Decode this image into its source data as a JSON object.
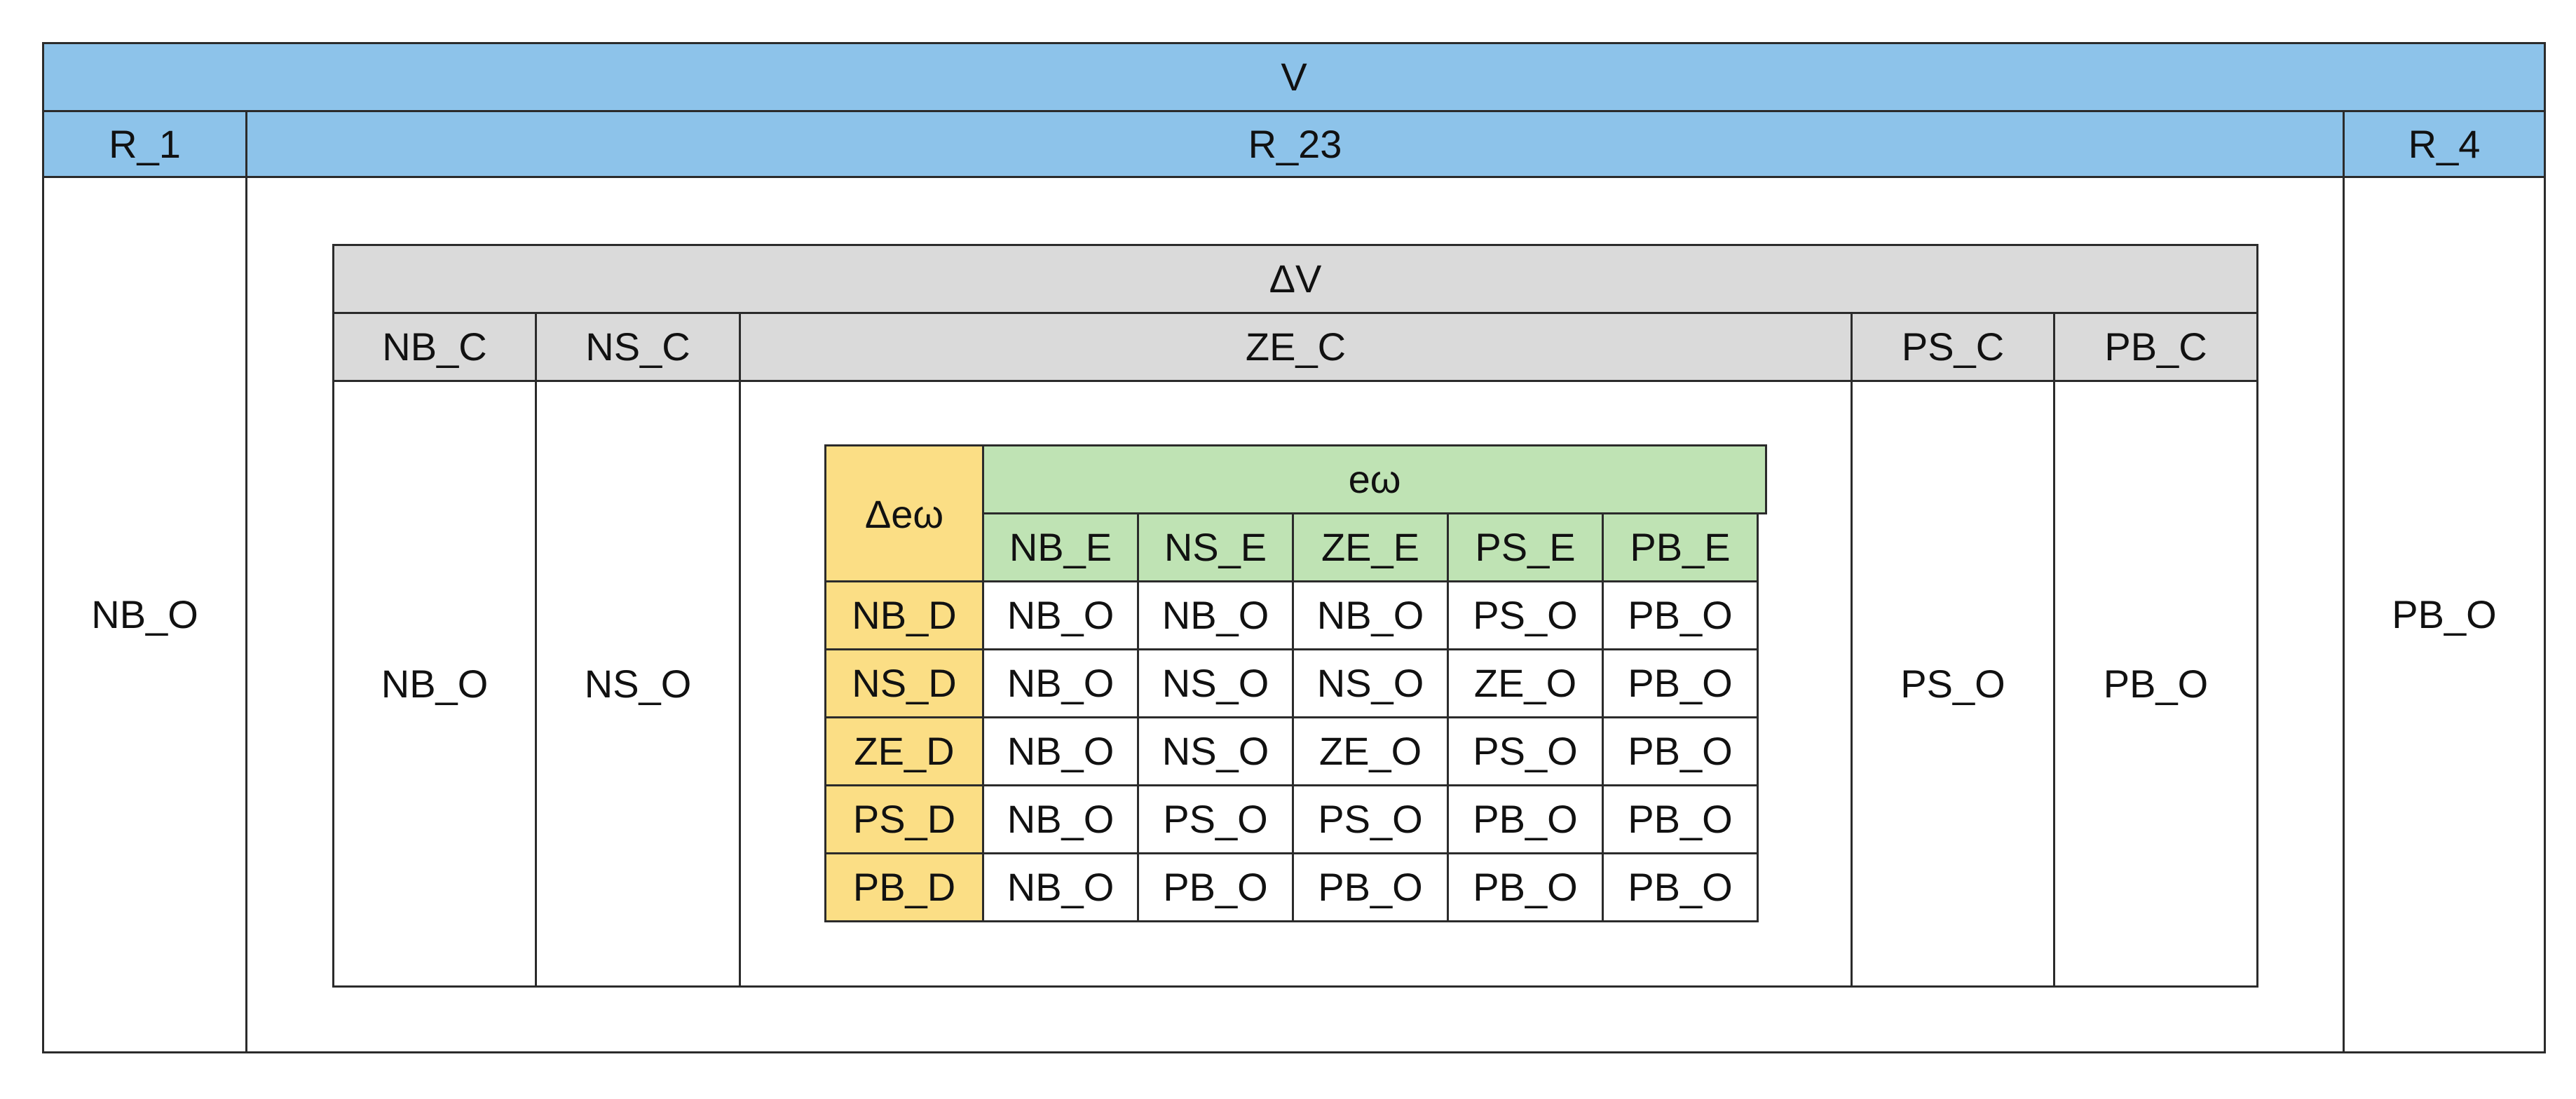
{
  "outer": {
    "title": "V",
    "columns": [
      {
        "label": "R_1",
        "output": "NB_O"
      },
      {
        "label": "R_23",
        "output": ""
      },
      {
        "label": "R_4",
        "output": "PB_O"
      }
    ]
  },
  "middle": {
    "title": "ΔV",
    "columns": [
      {
        "label": "NB_C",
        "output": "NB_O"
      },
      {
        "label": "NS_C",
        "output": "NS_O"
      },
      {
        "label": "ZE_C",
        "output": ""
      },
      {
        "label": "PS_C",
        "output": "PS_O"
      },
      {
        "label": "PB_C",
        "output": "PB_O"
      }
    ]
  },
  "inner": {
    "corner": "Δeω",
    "col_header": "eω",
    "cols": [
      "NB_E",
      "NS_E",
      "ZE_E",
      "PS_E",
      "PB_E"
    ],
    "rows": [
      {
        "label": "NB_D",
        "cells": [
          "NB_O",
          "NB_O",
          "NB_O",
          "PS_O",
          "PB_O"
        ]
      },
      {
        "label": "NS_D",
        "cells": [
          "NB_O",
          "NS_O",
          "NS_O",
          "ZE_O",
          "PB_O"
        ]
      },
      {
        "label": "ZE_D",
        "cells": [
          "NB_O",
          "NS_O",
          "ZE_O",
          "PS_O",
          "PB_O"
        ]
      },
      {
        "label": "PS_D",
        "cells": [
          "NB_O",
          "PS_O",
          "PS_O",
          "PB_O",
          "PB_O"
        ]
      },
      {
        "label": "PB_D",
        "cells": [
          "NB_O",
          "PB_O",
          "PB_O",
          "PB_O",
          "PB_O"
        ]
      }
    ],
    "colors": {
      "header": "#bfe3b4",
      "corner": "#fbde85",
      "row_label": "#fbde85"
    }
  },
  "colors": {
    "outer_header": "#8dc3ea",
    "middle_header": "#dadada",
    "border": "#2b2b2b"
  }
}
